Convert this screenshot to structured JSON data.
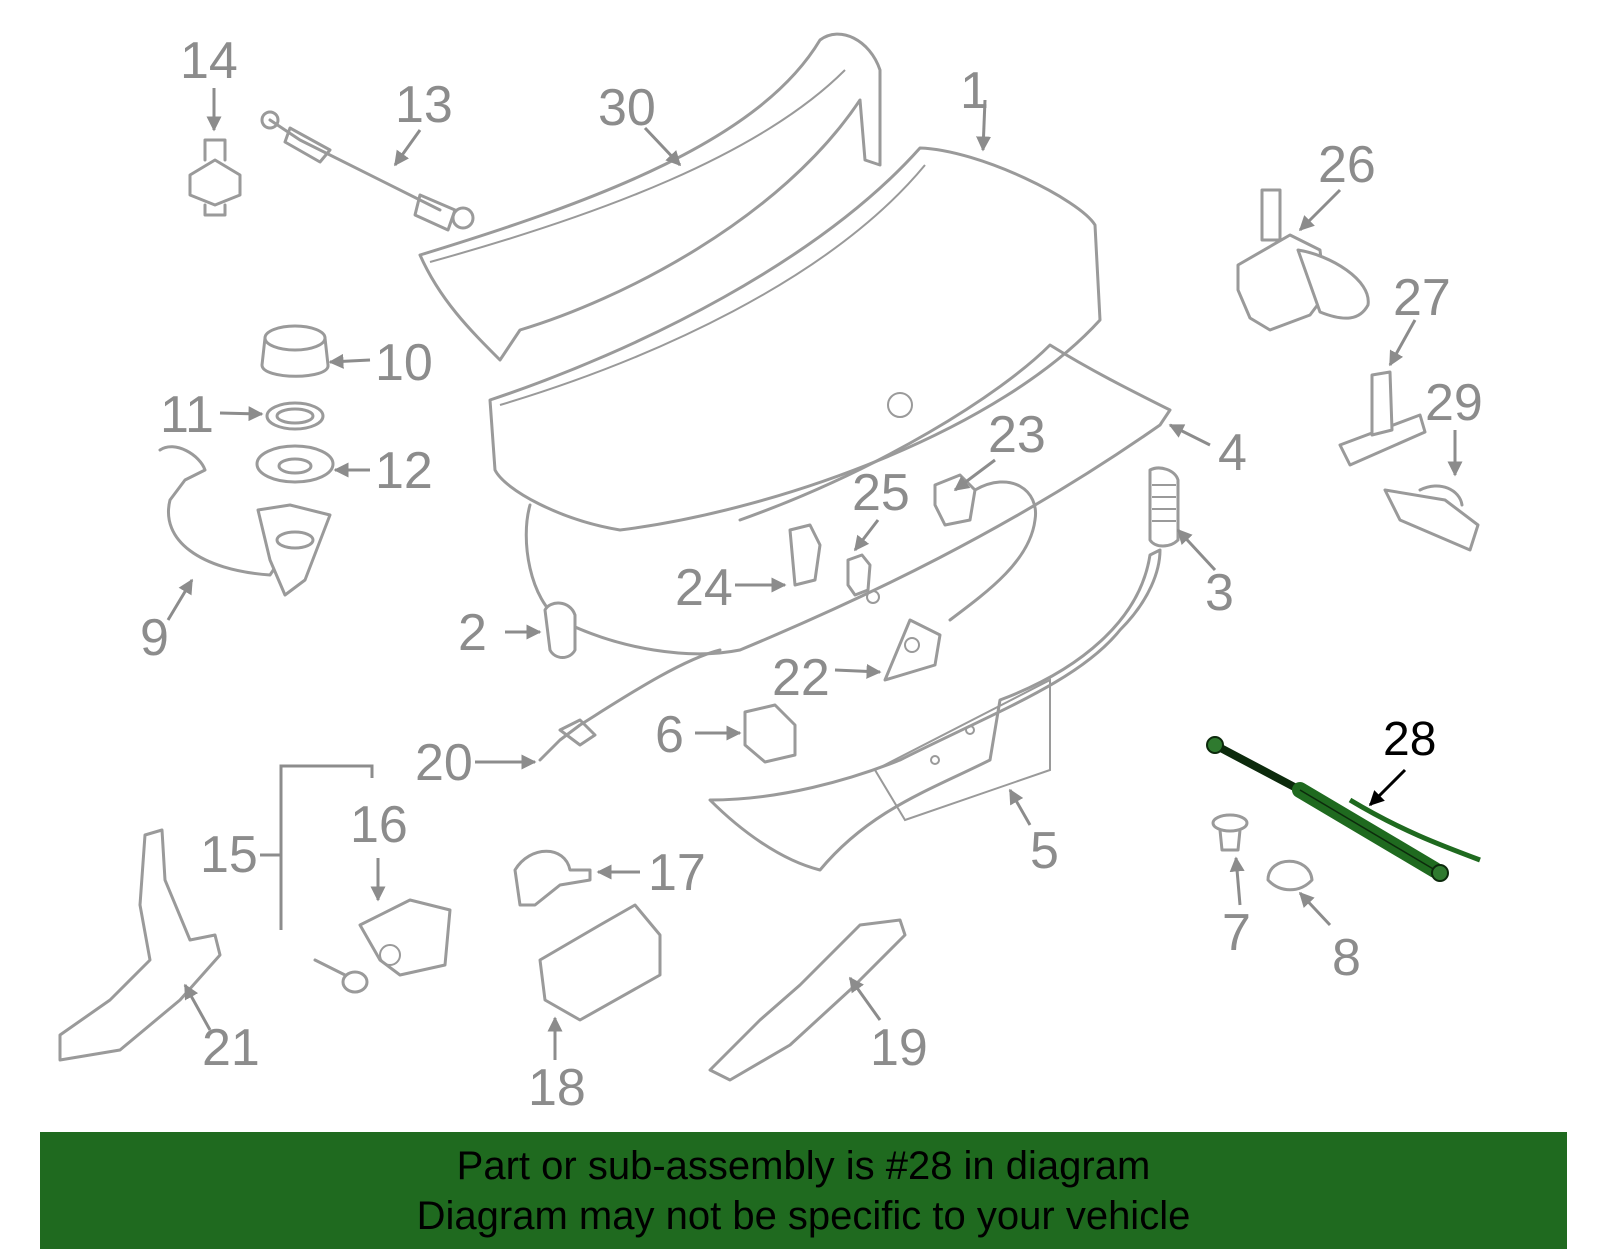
{
  "callouts": [
    "1",
    "2",
    "3",
    "4",
    "5",
    "6",
    "7",
    "8",
    "9",
    "10",
    "11",
    "12",
    "13",
    "14",
    "15",
    "16",
    "17",
    "18",
    "19",
    "20",
    "21",
    "22",
    "23",
    "24",
    "25",
    "26",
    "27",
    "28",
    "29",
    "30"
  ],
  "highlight": {
    "part_number": "28",
    "color": "#1f6a1f"
  },
  "banner": {
    "line1": "Part or sub-assembly is #28 in diagram",
    "line2": "Diagram may not be specific to your vehicle",
    "background": "#1f6a1f"
  }
}
